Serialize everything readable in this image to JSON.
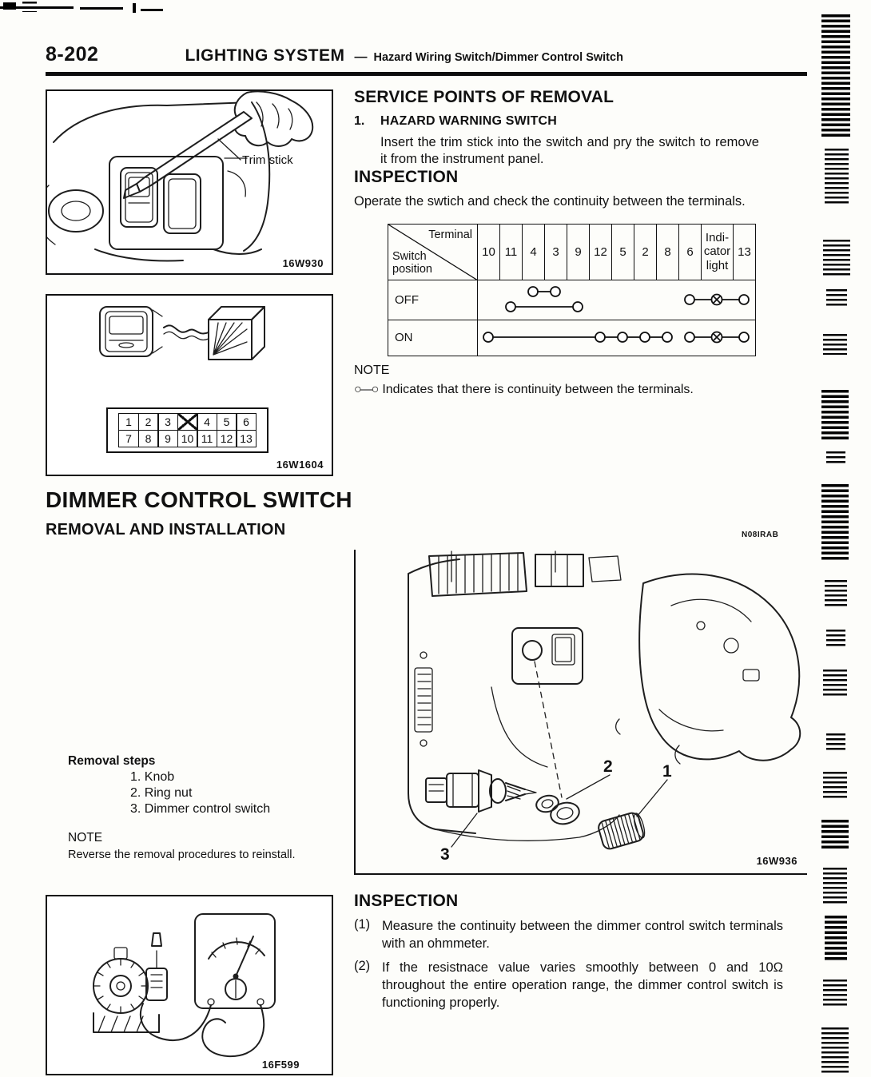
{
  "page": {
    "number": "8-202",
    "header_title": "LIGHTING SYSTEM",
    "header_dash": "—",
    "header_subtitle": "Hazard Wiring Switch/Dimmer Control Switch"
  },
  "service_points": {
    "heading": "SERVICE POINTS OF REMOVAL",
    "item_number": "1.",
    "item_title": "HAZARD WARNING SWITCH",
    "body": "Insert the trim stick into the switch and pry the switch to remove it from the instrument panel."
  },
  "inspection1": {
    "heading": "INSPECTION",
    "body": "Operate the swtich and check the continuity between the terminals.",
    "table": {
      "corner_top": "Terminal",
      "corner_bottom": "Switch\nposition",
      "columns": [
        "10",
        "11",
        "4",
        "3",
        "9",
        "12",
        "5",
        "2",
        "8",
        "6",
        "Indi-\ncator\nlight",
        "13"
      ],
      "rows": [
        "OFF",
        "ON"
      ]
    },
    "note_label": "NOTE",
    "note_symbol": "○—○",
    "note_text": "Indicates that there is continuity between the terminals."
  },
  "continuity": {
    "off": [
      [
        "4",
        "3"
      ],
      [
        "11",
        "9"
      ],
      [
        "6",
        "indicator light",
        "13"
      ]
    ],
    "on": [
      [
        "10",
        "12",
        "5",
        "2",
        "8"
      ],
      [
        "6",
        "indicator light",
        "13"
      ]
    ]
  },
  "dimmer": {
    "heading": "DIMMER CONTROL SWITCH",
    "subheading": "REMOVAL AND INSTALLATION",
    "section_code": "N08IRAB",
    "removal_steps_label": "Removal steps",
    "steps": [
      "1. Knob",
      "2. Ring nut",
      "3. Dimmer control switch"
    ],
    "note_label": "NOTE",
    "note_text": "Reverse the removal procedures to reinstall.",
    "callouts": [
      "1",
      "2",
      "3"
    ]
  },
  "inspection2": {
    "heading": "INSPECTION",
    "items": [
      {
        "num": "(1)",
        "text": "Measure the continuity between the dimmer control switch terminals with an ohmmeter."
      },
      {
        "num": "(2)",
        "text": "If the resistnace value varies smoothly between 0 and 10Ω throughout the entire operation range, the dimmer control switch is functioning properly."
      }
    ]
  },
  "figures": {
    "trim": {
      "label": "Trim stick",
      "code": "16W930"
    },
    "connector": {
      "code": "16W1604",
      "pins_row1": [
        "1",
        "2",
        "3",
        "",
        "4",
        "5",
        "6"
      ],
      "pins_row2": [
        "7",
        "8",
        "9",
        "10",
        "11",
        "12",
        "13"
      ]
    },
    "dashboard": {
      "code": "16W936"
    },
    "ohmmeter": {
      "code": "16F599"
    }
  }
}
